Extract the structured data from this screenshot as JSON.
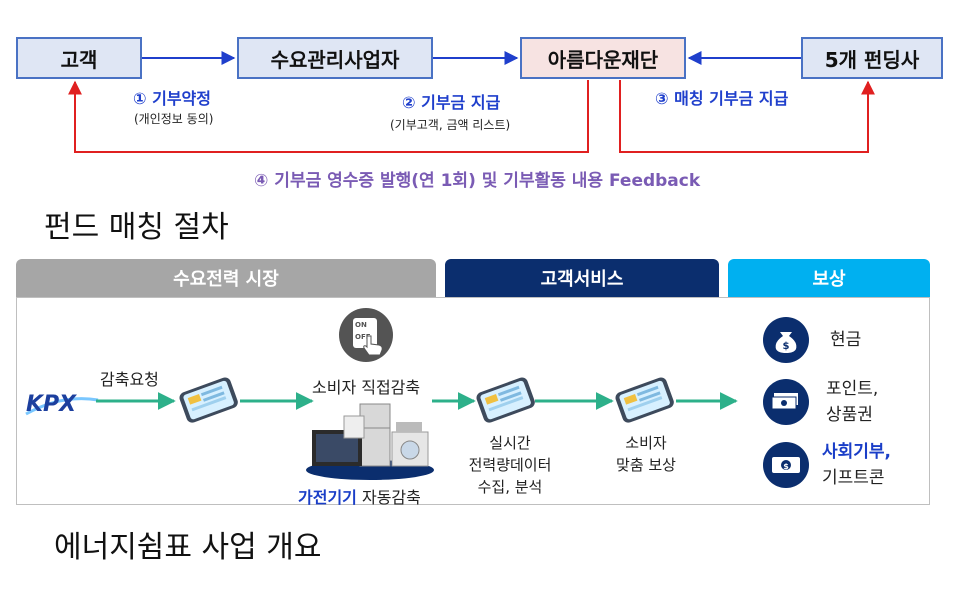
{
  "fund_matching": {
    "boxes": {
      "customer": "고객",
      "demand_manager": "수요관리사업자",
      "foundation": "아름다운재단",
      "funding_companies": "5개 펀딩사"
    },
    "steps": {
      "s1_label": "① 기부약정",
      "s1_sub": "(개인정보 동의)",
      "s2_label": "② 기부금 지급",
      "s2_sub": "(기부고객, 금액 리스트)",
      "s3_label": "③ 매칭 기부금 지급",
      "s4_label": "④ 기부금 영수증 발행(연 1회) 및 기부활동 내용 Feedback"
    },
    "title": "펀드 매칭 절차"
  },
  "energy_show": {
    "headers": {
      "market": "수요전력 시장",
      "customer_service": "고객서비스",
      "reward": "보상"
    },
    "kpx_logo": "KPX",
    "reduction_request": "감축요청",
    "direct_reduction": "소비자 직접감축",
    "on_off_labels": [
      "ON",
      "OFF"
    ],
    "appliance_auto_bold": "가전기기",
    "appliance_auto_rest": " 자동감축",
    "realtime_lines": [
      "실시간",
      "전력량데이터",
      "수집, 분석"
    ],
    "consumer_lines": [
      "소비자",
      "맞춤 보상"
    ],
    "rewards": {
      "cash": "현금",
      "points_lines": [
        "포인트,",
        "상품권"
      ],
      "donation_bold": "사회기부,",
      "donation_rest": "기프트콘"
    },
    "title": "에너지쉼표 사업 개요"
  },
  "colors": {
    "box_border": "#4a72c4",
    "box_fill": "#dfe6f4",
    "center_box_fill": "#f7e3e2",
    "blue_arrow": "#1f3fcc",
    "red_arrow": "#e02020",
    "feedback_text": "#7a5bb4",
    "header_gray": "#a6a6a6",
    "header_navy": "#0b2e6e",
    "header_cyan": "#00b0f0",
    "flow_arrow": "#2db08a",
    "icon_navy": "#0b2e6e"
  }
}
